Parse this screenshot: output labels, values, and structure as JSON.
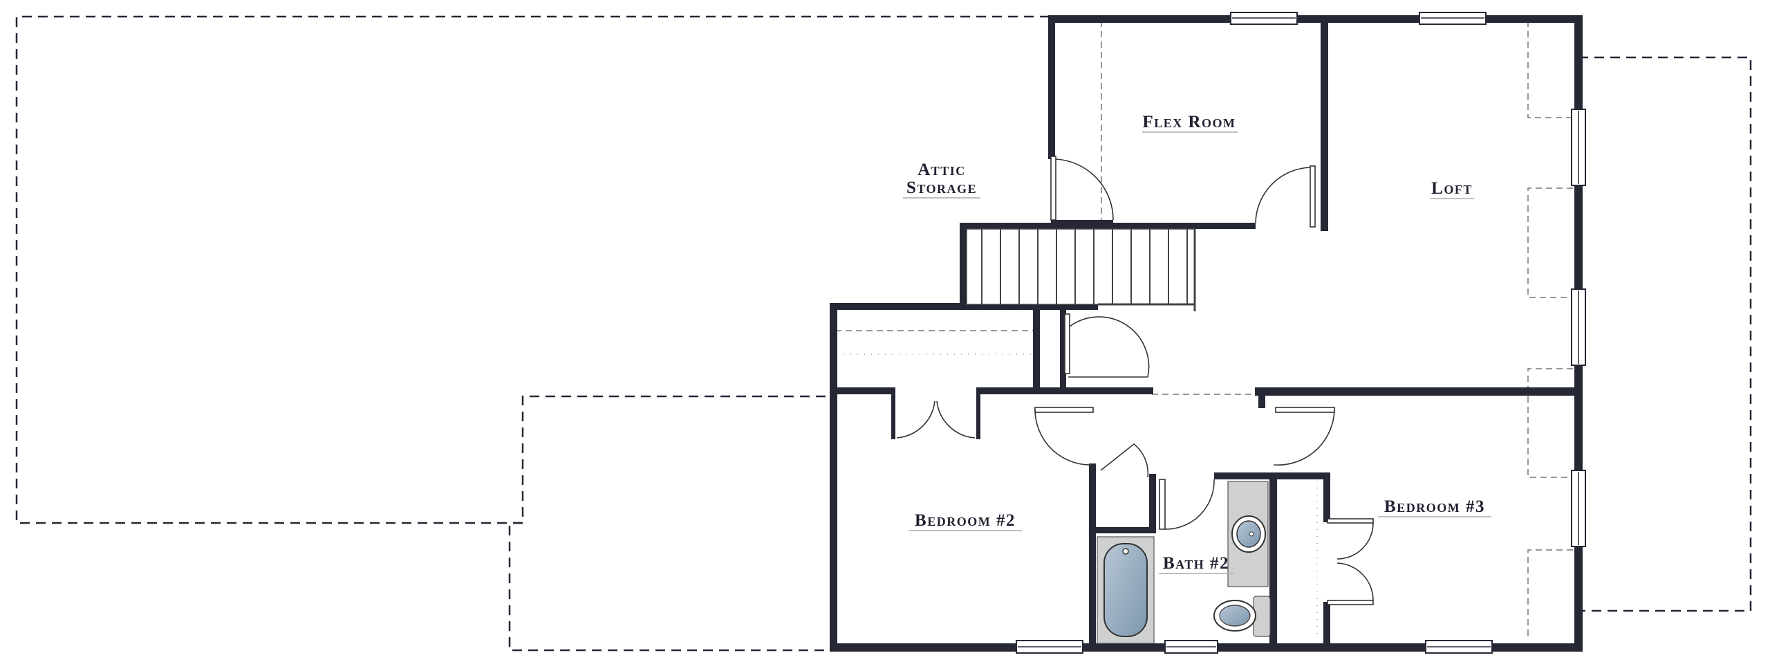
{
  "rooms": {
    "flex_room": "Flex Room",
    "attic_line1": "Attic",
    "attic_line2": "Storage",
    "loft": "Loft",
    "bedroom_2": "Bedroom #2",
    "bath_2": "Bath #2",
    "bedroom_3": "Bedroom #3"
  },
  "colors": {
    "wall": "#262836",
    "fixture": "#cfd0d0",
    "water": "#8aa2b8"
  }
}
